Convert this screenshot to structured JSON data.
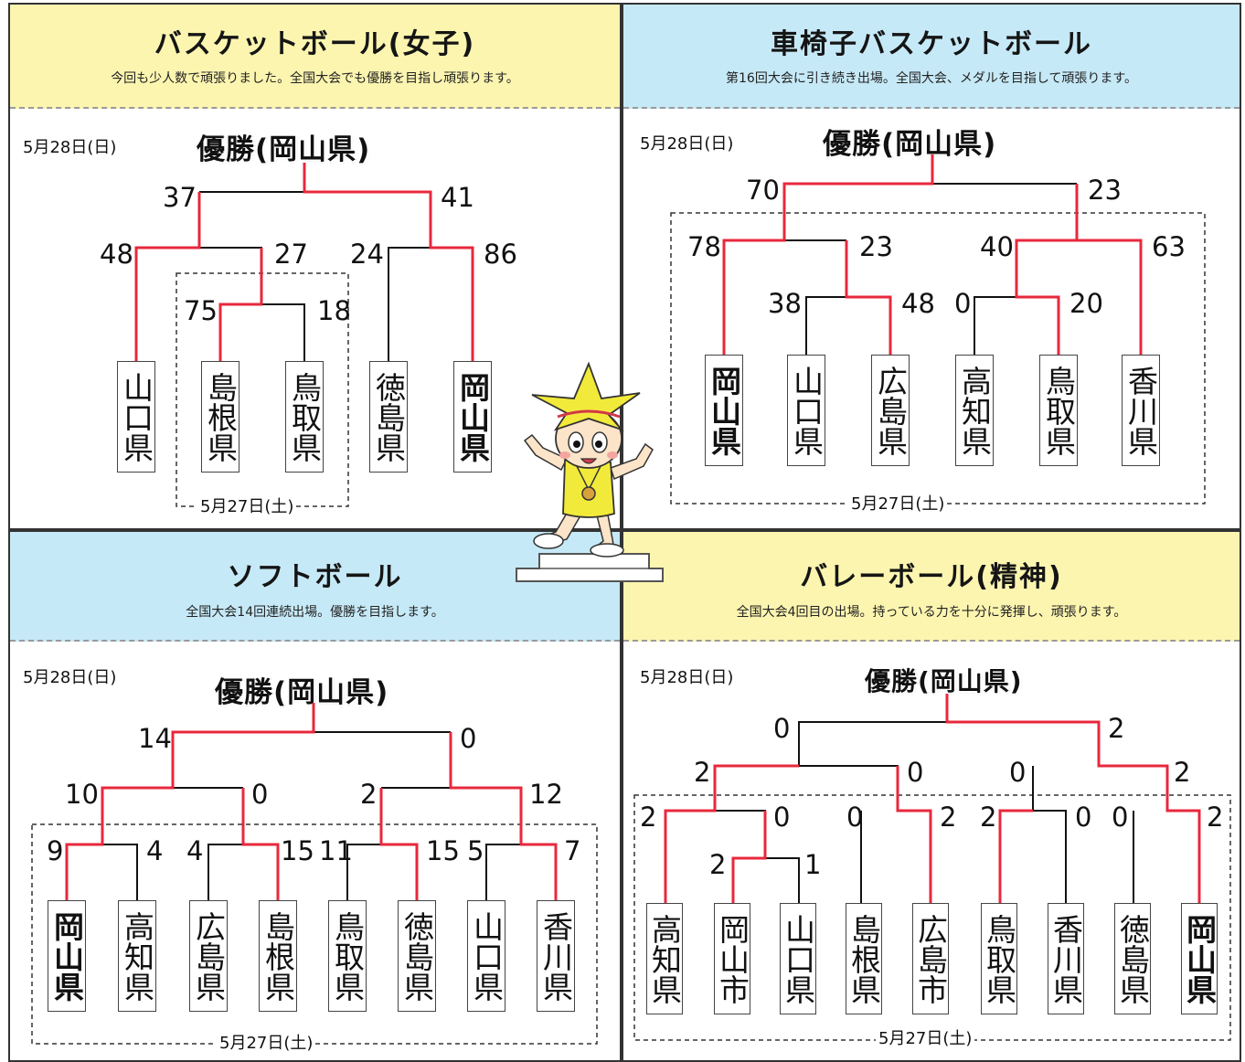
{
  "panels": [
    {
      "title": "バスケットボール(女子)",
      "description": "今回も少人数で頑張りました。全国大会でも優勝を目指し頑張ります。",
      "date_final": "5月28日(日)",
      "champion": "優勝(岡山県)",
      "date_prelim": "5月27日(土)",
      "teams": [
        "山口県",
        "島根県",
        "鳥取県",
        "徳島県",
        "岡山県"
      ],
      "scores": [
        "37",
        "41",
        "48",
        "27",
        "24",
        "86",
        "75",
        "18"
      ]
    },
    {
      "title": "車椅子バスケットボール",
      "description": "第16回大会に引き続き出場。全国大会、メダルを目指して頑張ります。",
      "date_final": "5月28日(日)",
      "champion": "優勝(岡山県)",
      "date_prelim": "5月27日(土)",
      "teams": [
        "岡山県",
        "山口県",
        "広島県",
        "高知県",
        "鳥取県",
        "香川県"
      ],
      "scores": [
        "70",
        "23",
        "78",
        "23",
        "40",
        "63",
        "38",
        "48",
        "0",
        "20"
      ]
    },
    {
      "title": "ソフトボール",
      "description": "全国大会14回連続出場。優勝を目指します。",
      "date_final": "5月28日(日)",
      "champion": "優勝(岡山県)",
      "date_prelim": "5月27日(土)",
      "teams": [
        "岡山県",
        "高知県",
        "広島県",
        "島根県",
        "鳥取県",
        "徳島県",
        "山口県",
        "香川県"
      ],
      "scores": [
        "14",
        "0",
        "10",
        "0",
        "2",
        "12",
        "9",
        "4",
        "4",
        "15",
        "11",
        "15",
        "5",
        "7"
      ]
    },
    {
      "title": "バレーボール(精神)",
      "description": "全国大会4回目の出場。持っている力を十分に発揮し、頑張ります。",
      "date_final": "5月28日(日)",
      "champion": "優勝(岡山県)",
      "date_prelim": "5月27日(土)",
      "teams": [
        "高知県",
        "岡山市",
        "山口県",
        "島根県",
        "広島市",
        "鳥取県",
        "香川県",
        "徳島県",
        "岡山県"
      ],
      "scores": [
        "0",
        "2",
        "2",
        "0",
        "0",
        "2",
        "2",
        "0",
        "2",
        "1",
        "0",
        "2",
        "2",
        "0",
        "0",
        "2"
      ]
    }
  ],
  "colors": {
    "win_line": "#e8283c",
    "lose_line": "#111111",
    "yellow_band": "#fcf5b0",
    "blue_band": "#c6e9f7"
  }
}
